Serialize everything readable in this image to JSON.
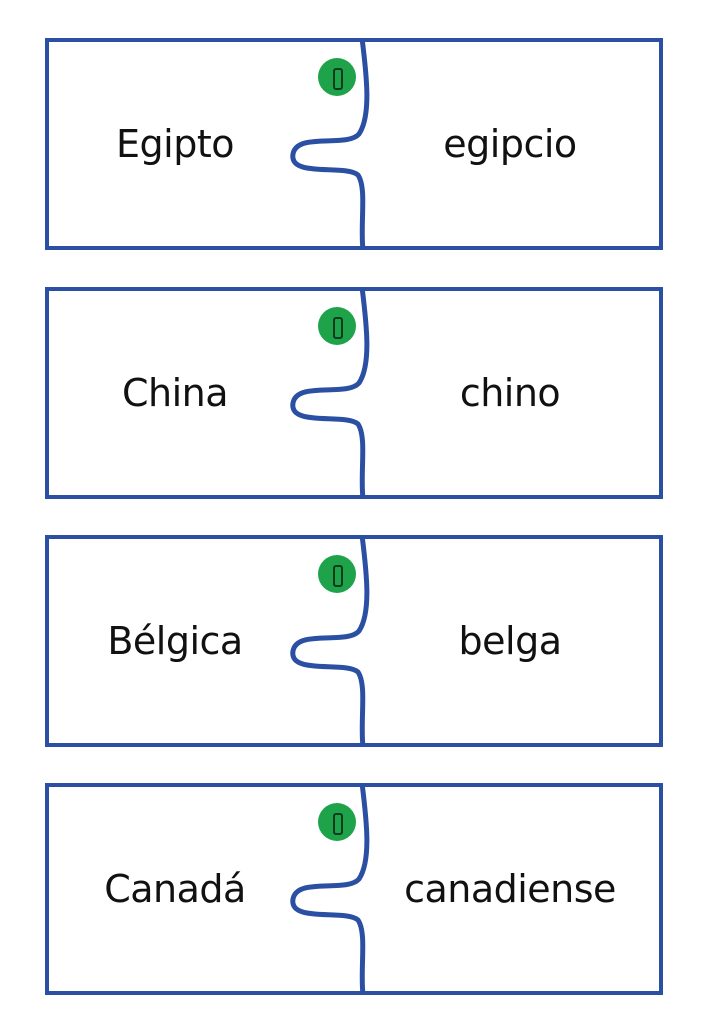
{
  "colors": {
    "border": "#2b50a3",
    "logo": "#1fa34a"
  },
  "cards": [
    {
      "left": "Egipto",
      "right": "egipcio"
    },
    {
      "left": "China",
      "right": "chino"
    },
    {
      "left": "Bélgica",
      "right": "belga"
    },
    {
      "left": "Canadá",
      "right": "canadiense"
    }
  ]
}
